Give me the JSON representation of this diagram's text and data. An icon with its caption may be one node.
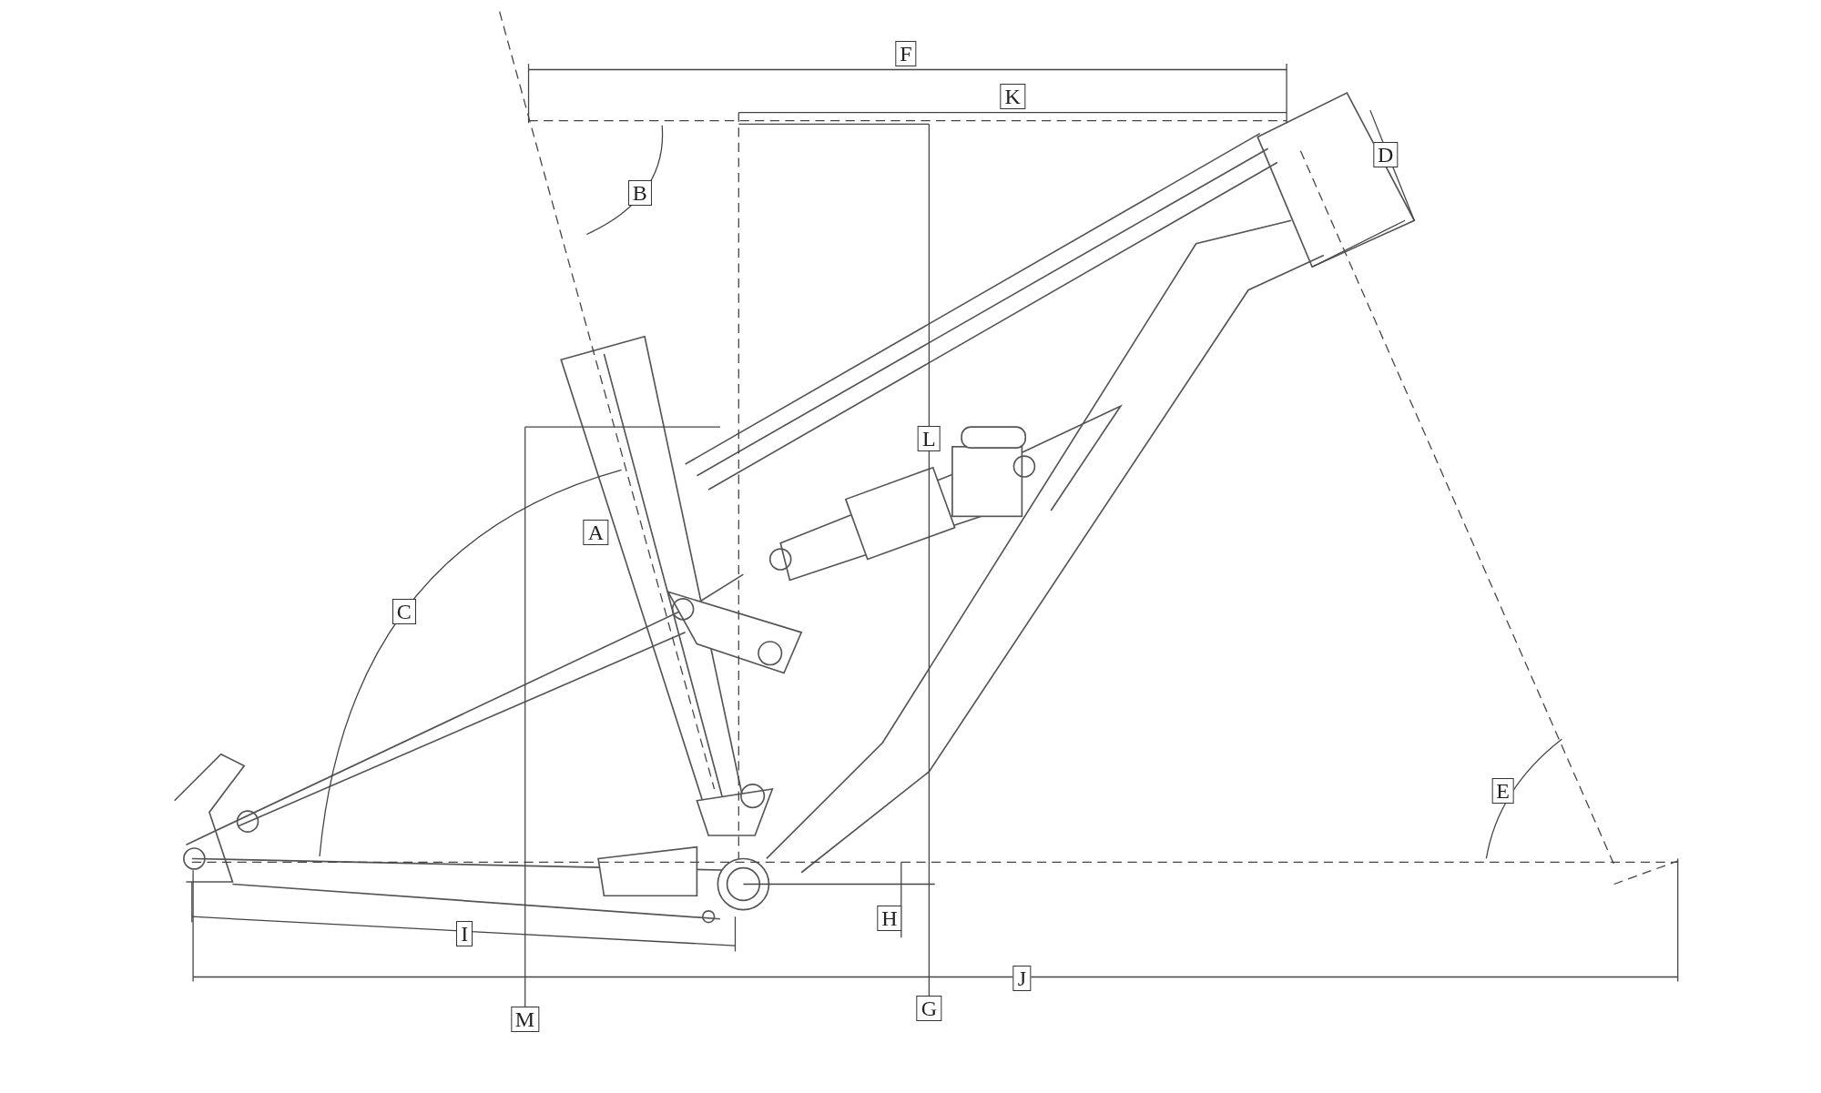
{
  "diagram": {
    "labels": [
      "F",
      "K",
      "D",
      "B",
      "L",
      "A",
      "C",
      "E",
      "H",
      "I",
      "J",
      "G",
      "M"
    ]
  }
}
